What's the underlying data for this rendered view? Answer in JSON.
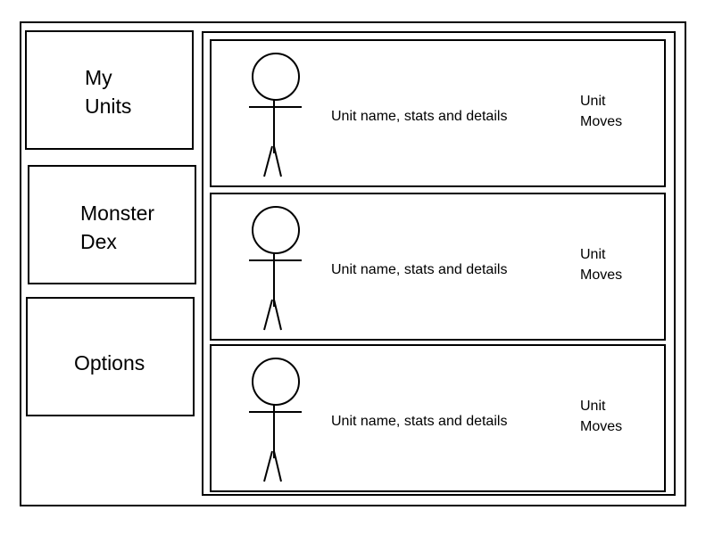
{
  "menu": {
    "my_units": "My\nUnits",
    "monster_dex": "Monster\nDex",
    "options": "Options"
  },
  "units": [
    {
      "details": "Unit name, stats and details",
      "moves_line1": "Unit",
      "moves_line2": "Moves",
      "icon": "stick-figure-icon"
    },
    {
      "details": "Unit name, stats and details",
      "moves_line1": "Unit",
      "moves_line2": "Moves",
      "icon": "stick-figure-icon"
    },
    {
      "details": "Unit name, stats and details",
      "moves_line1": "Unit",
      "moves_line2": "Moves",
      "icon": "stick-figure-icon"
    }
  ]
}
